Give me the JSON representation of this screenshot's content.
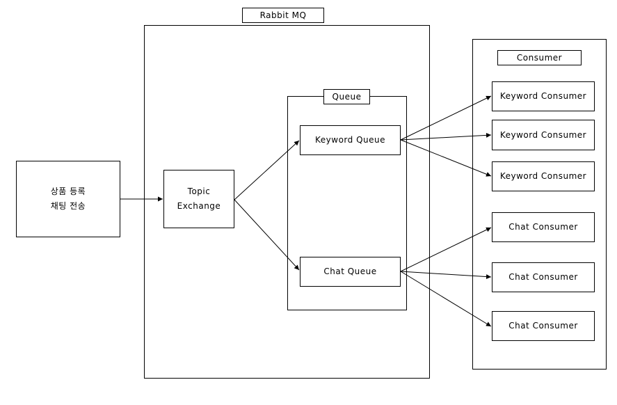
{
  "rabbitmq": {
    "title": "Rabbit MQ"
  },
  "producer": {
    "lines": [
      "상품 등록",
      "채팅 전송"
    ]
  },
  "exchange": {
    "lines": [
      "Topic",
      "Exchange"
    ]
  },
  "queue_group": {
    "title": "Queue"
  },
  "queues": {
    "keyword": "Keyword Queue",
    "chat": "Chat Queue"
  },
  "consumer_group": {
    "title": "Consumer"
  },
  "consumers": [
    "Keyword Consumer",
    "Keyword Consumer",
    "Keyword Consumer",
    "Chat Consumer",
    "Chat Consumer",
    "Chat Consumer"
  ]
}
